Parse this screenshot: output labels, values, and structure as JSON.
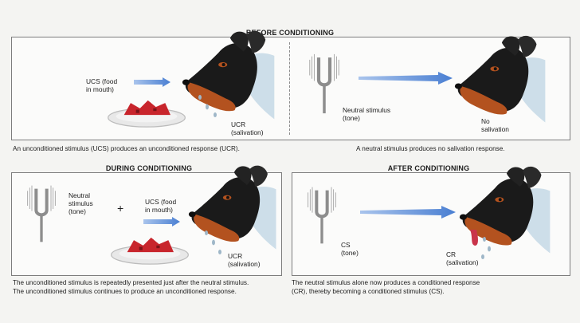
{
  "before": {
    "heading": "BEFORE CONDITIONING",
    "ucs_label": "UCS (food\nin mouth)",
    "ucr_label": "UCR\n(salivation)",
    "neutral_label": "Neutral stimulus\n(tone)",
    "no_salivation_label": "No\nsalivation",
    "caption_left": "An unconditioned stimulus (UCS) produces an unconditioned response (UCR).",
    "caption_right": "A neutral stimulus produces no salivation response."
  },
  "during": {
    "heading": "DURING CONDITIONING",
    "neutral_label": "Neutral\nstimulus\n(tone)",
    "plus": "+",
    "ucs_label": "UCS (food\nin mouth)",
    "ucr_label": "UCR\n(salivation)",
    "caption_line1": "The unconditioned stimulus is repeatedly presented just after the neutral stimulus.",
    "caption_line2": "The unconditioned stimulus continues to produce an unconditioned response."
  },
  "after": {
    "heading": "AFTER CONDITIONING",
    "cs_label": "CS\n(tone)",
    "cr_label": "CR\n(salivation)",
    "caption_line1": "The neutral stimulus alone now produces a conditioned response",
    "caption_line2": "(CR), thereby becoming a conditioned stimulus (CS)."
  },
  "colors": {
    "arrow": "#4a7fd2",
    "dog_black": "#1a1a1a",
    "dog_tan": "#b3521f",
    "food": "#c8252c",
    "tongue": "#c9344a",
    "water": "#9fb7c8",
    "fork": "#909090"
  }
}
